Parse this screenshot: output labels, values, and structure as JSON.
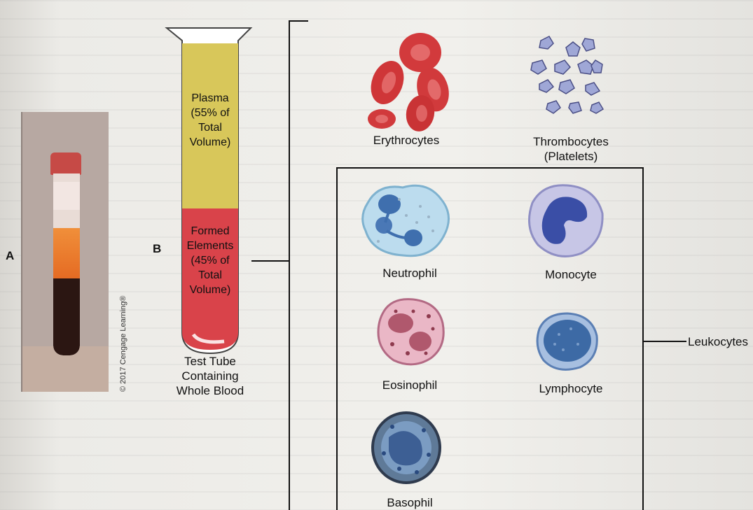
{
  "panel_a": {
    "label": "A"
  },
  "panel_b": {
    "label": "B"
  },
  "copyright": "© 2017 Cengage Learning®",
  "tube": {
    "plasma_line1": "Plasma",
    "plasma_line2": "(55% of",
    "plasma_line3": "Total",
    "plasma_line4": "Volume)",
    "formed_line1": "Formed",
    "formed_line2": "Elements",
    "formed_line3": "(45% of",
    "formed_line4": "Total",
    "formed_line5": "Volume)",
    "caption_line1": "Test Tube",
    "caption_line2": "Containing",
    "caption_line3": "Whole Blood"
  },
  "cells": {
    "erythrocytes": "Erythrocytes",
    "thrombocytes_line1": "Thrombocytes",
    "thrombocytes_line2": "(Platelets)",
    "neutrophil": "Neutrophil",
    "monocyte": "Monocyte",
    "eosinophil": "Eosinophil",
    "lymphocyte": "Lymphocyte",
    "basophil": "Basophil",
    "leukocytes": "Leukocytes"
  },
  "colors": {
    "plasma": "#d8c75a",
    "formed": "#d9434a",
    "rbc": "#d23a3c",
    "platelet": "#9fa7d6",
    "neutrophil": "#bcdcee",
    "monocyte": "#c7c6e6",
    "eosinophil": "#eab7c6",
    "lymphocyte": "#a7bfe0",
    "basophil": "#5f7a98"
  }
}
